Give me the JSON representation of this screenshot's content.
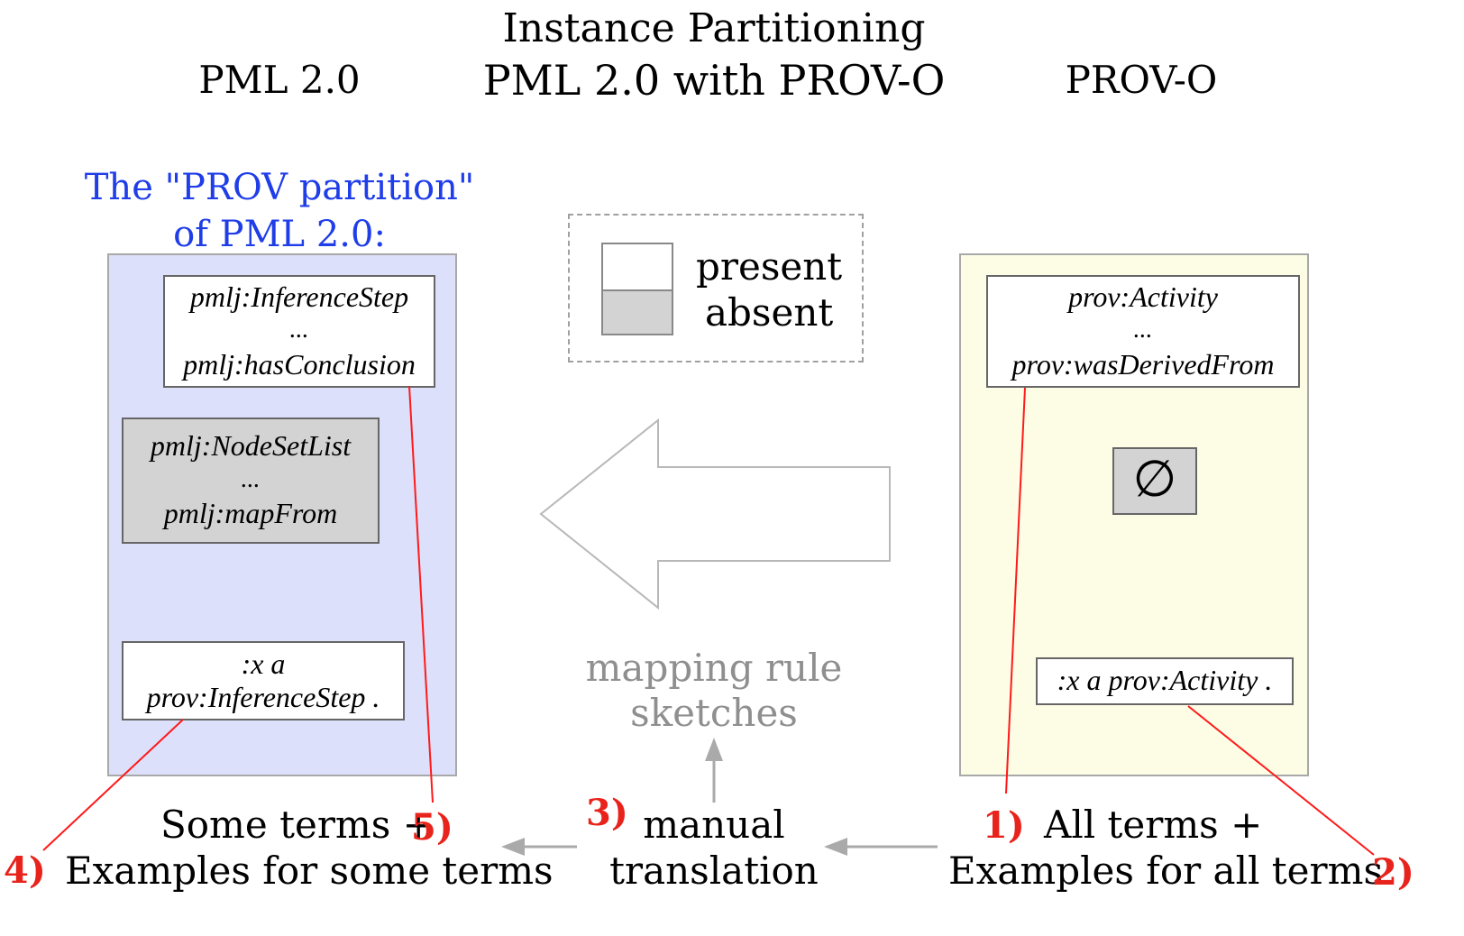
{
  "title": {
    "line1": "Instance Partitioning",
    "line2": "PML 2.0 with PROV-O"
  },
  "columns": {
    "left": "PML 2.0",
    "right": "PROV-O"
  },
  "left_panel": {
    "heading_line1": "The \"PROV partition\"",
    "heading_line2": "of PML 2.0:",
    "box1": {
      "line1": "pmlj:InferenceStep",
      "line2": "...",
      "line3": "pmlj:hasConclusion"
    },
    "box2": {
      "line1": "pmlj:NodeSetList",
      "line2": "...",
      "line3": "pmlj:mapFrom"
    },
    "box3": {
      "line1": ":x a",
      "line2": "prov:InferenceStep ."
    }
  },
  "right_panel": {
    "box1": {
      "line1": "prov:Activity",
      "line2": "...",
      "line3": "prov:wasDerivedFrom"
    },
    "empty_symbol": "∅",
    "box3": {
      "line1": ":x a prov:Activity ."
    }
  },
  "legend": {
    "present": "present",
    "absent": "absent"
  },
  "center": {
    "sketch_line1": "mapping rule",
    "sketch_line2": "sketches",
    "manual_line1": "manual",
    "manual_line2": "translation"
  },
  "bottom": {
    "left_line1": "Some terms +",
    "left_line2": "Examples for some terms",
    "right_line1": "All terms +",
    "right_line2": "Examples for all terms"
  },
  "markers": {
    "m1": "1)",
    "m2": "2)",
    "m3": "3)",
    "m4": "4)",
    "m5": "5)"
  },
  "colors": {
    "heading_blue": "#1f3de8",
    "left_panel_fill": "#dce0fb",
    "right_panel_fill": "#fdfde6",
    "absent_fill": "#d3d3d3",
    "marker_red": "#e8231c",
    "connector_red": "#ff1a1a",
    "gray_text": "#8f8f8f"
  }
}
